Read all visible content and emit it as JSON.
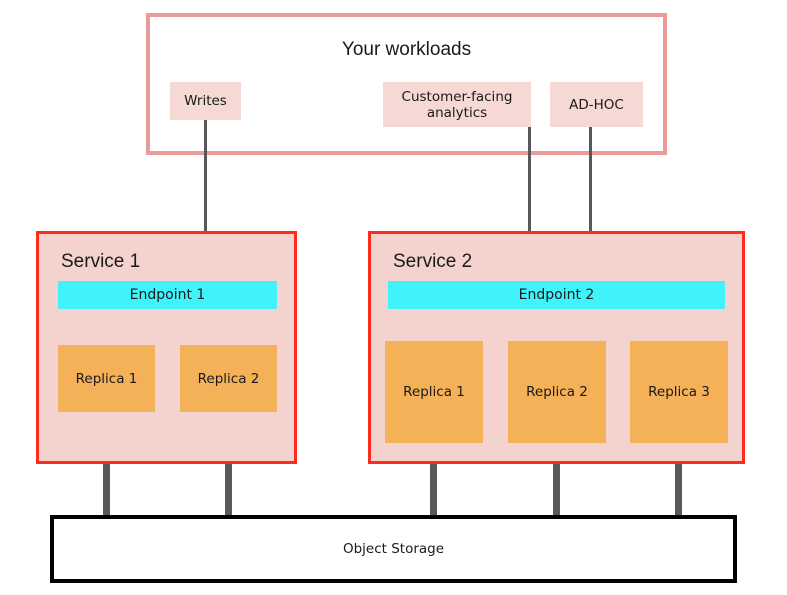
{
  "diagram": {
    "title": "Your workloads",
    "workloads": {
      "frame_label": "Your workloads",
      "chips": [
        {
          "label": "Writes"
        },
        {
          "label": "Customer-facing analytics"
        },
        {
          "label": "AD-HOC"
        }
      ]
    },
    "services": [
      {
        "title": "Service 1",
        "endpoint": "Endpoint 1",
        "replicas": [
          {
            "label": "Replica 1"
          },
          {
            "label": "Replica 2"
          }
        ]
      },
      {
        "title": "Service 2",
        "endpoint": "Endpoint 2",
        "replicas": [
          {
            "label": "Replica 1"
          },
          {
            "label": "Replica 2"
          },
          {
            "label": "Replica 3"
          }
        ]
      }
    ],
    "storage": {
      "label": "Object Storage"
    },
    "colors": {
      "workload_frame_border": "#eb9a9a",
      "workload_chip_fill": "#f6d8d4",
      "service_border": "#fc2d1c",
      "service_fill": "#f4d2ce",
      "endpoint_fill": "#40f2fa",
      "replica_fill": "#f5b158",
      "connector": "#595959",
      "storage_border": "#000000",
      "background": "#ffffff"
    }
  }
}
